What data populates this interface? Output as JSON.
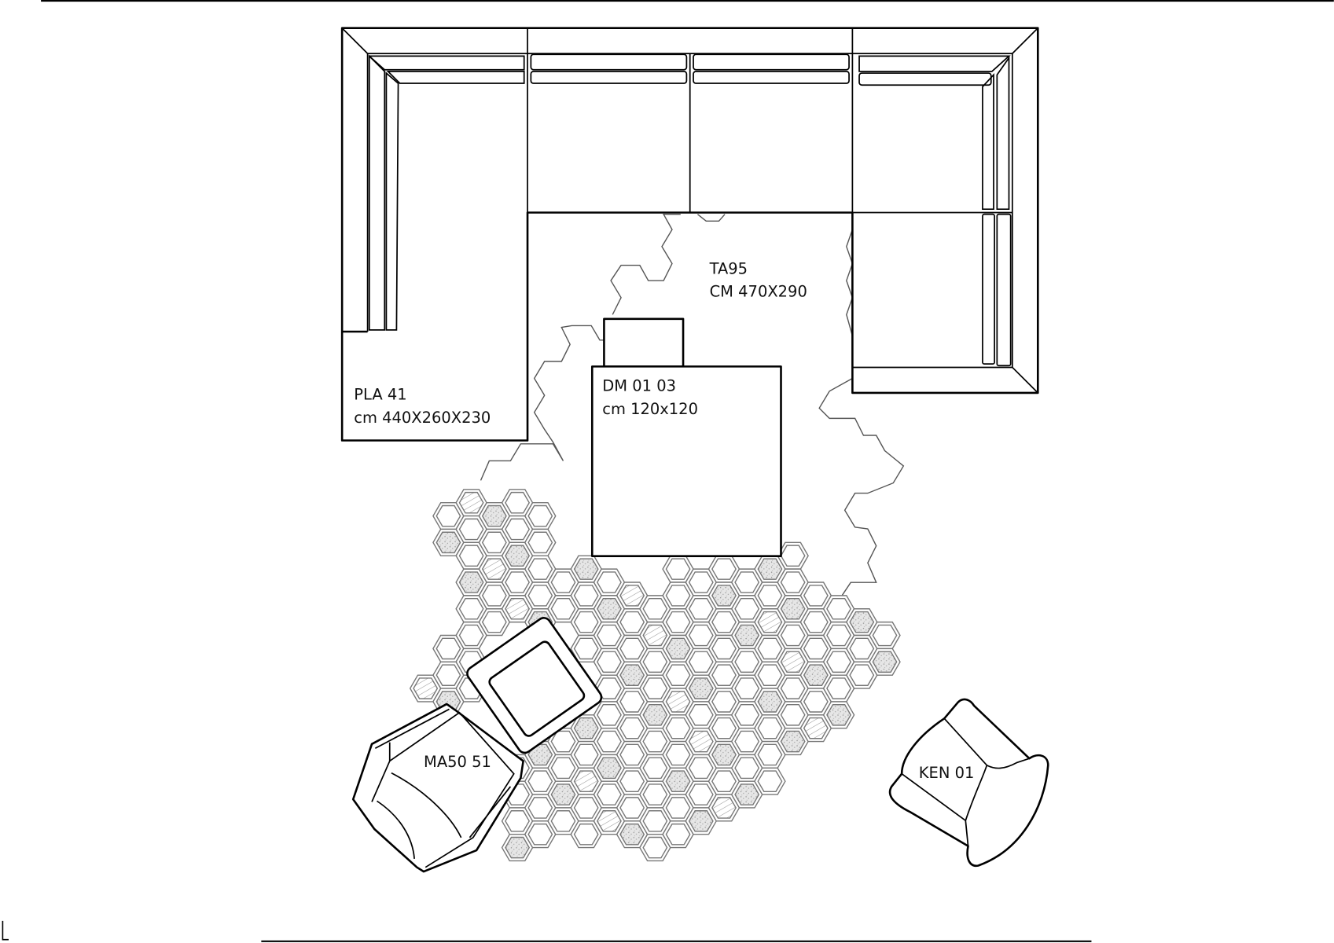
{
  "items": [
    {
      "code": "TA95",
      "size": "CM 470X290"
    },
    {
      "code": "PLA 41",
      "size": "cm 440X260X230"
    },
    {
      "code": "DM 01 03",
      "size": "cm 120x120"
    },
    {
      "code": "MA50 51"
    },
    {
      "code": "KEN 01"
    }
  ],
  "colors": {
    "line": "#000000",
    "rug": "#777777"
  }
}
